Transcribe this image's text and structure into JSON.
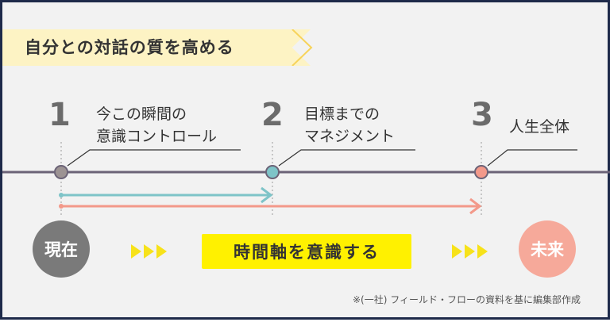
{
  "banner": {
    "title": "自分との対話の質を高める"
  },
  "colors": {
    "timeline": "#6b6377",
    "stage1": "#9c9393",
    "stage2": "#7ec4c8",
    "stage3": "#f3998a",
    "highlight": "#fff100",
    "chevron": "#f7e21a",
    "present": "#7a7a7a",
    "future": "#f6a99a"
  },
  "stages": [
    {
      "number": "1",
      "line1": "今この瞬間の",
      "line2": "意識コントロール"
    },
    {
      "number": "2",
      "line1": "目標までの",
      "line2": "マネジメント"
    },
    {
      "number": "3",
      "line1": "人生全体",
      "line2": ""
    }
  ],
  "present_label": "現在",
  "future_label": "未来",
  "center_label": "時間軸を意識する",
  "source": "※(一社) フィールド・フローの資料を基に編集部作成"
}
